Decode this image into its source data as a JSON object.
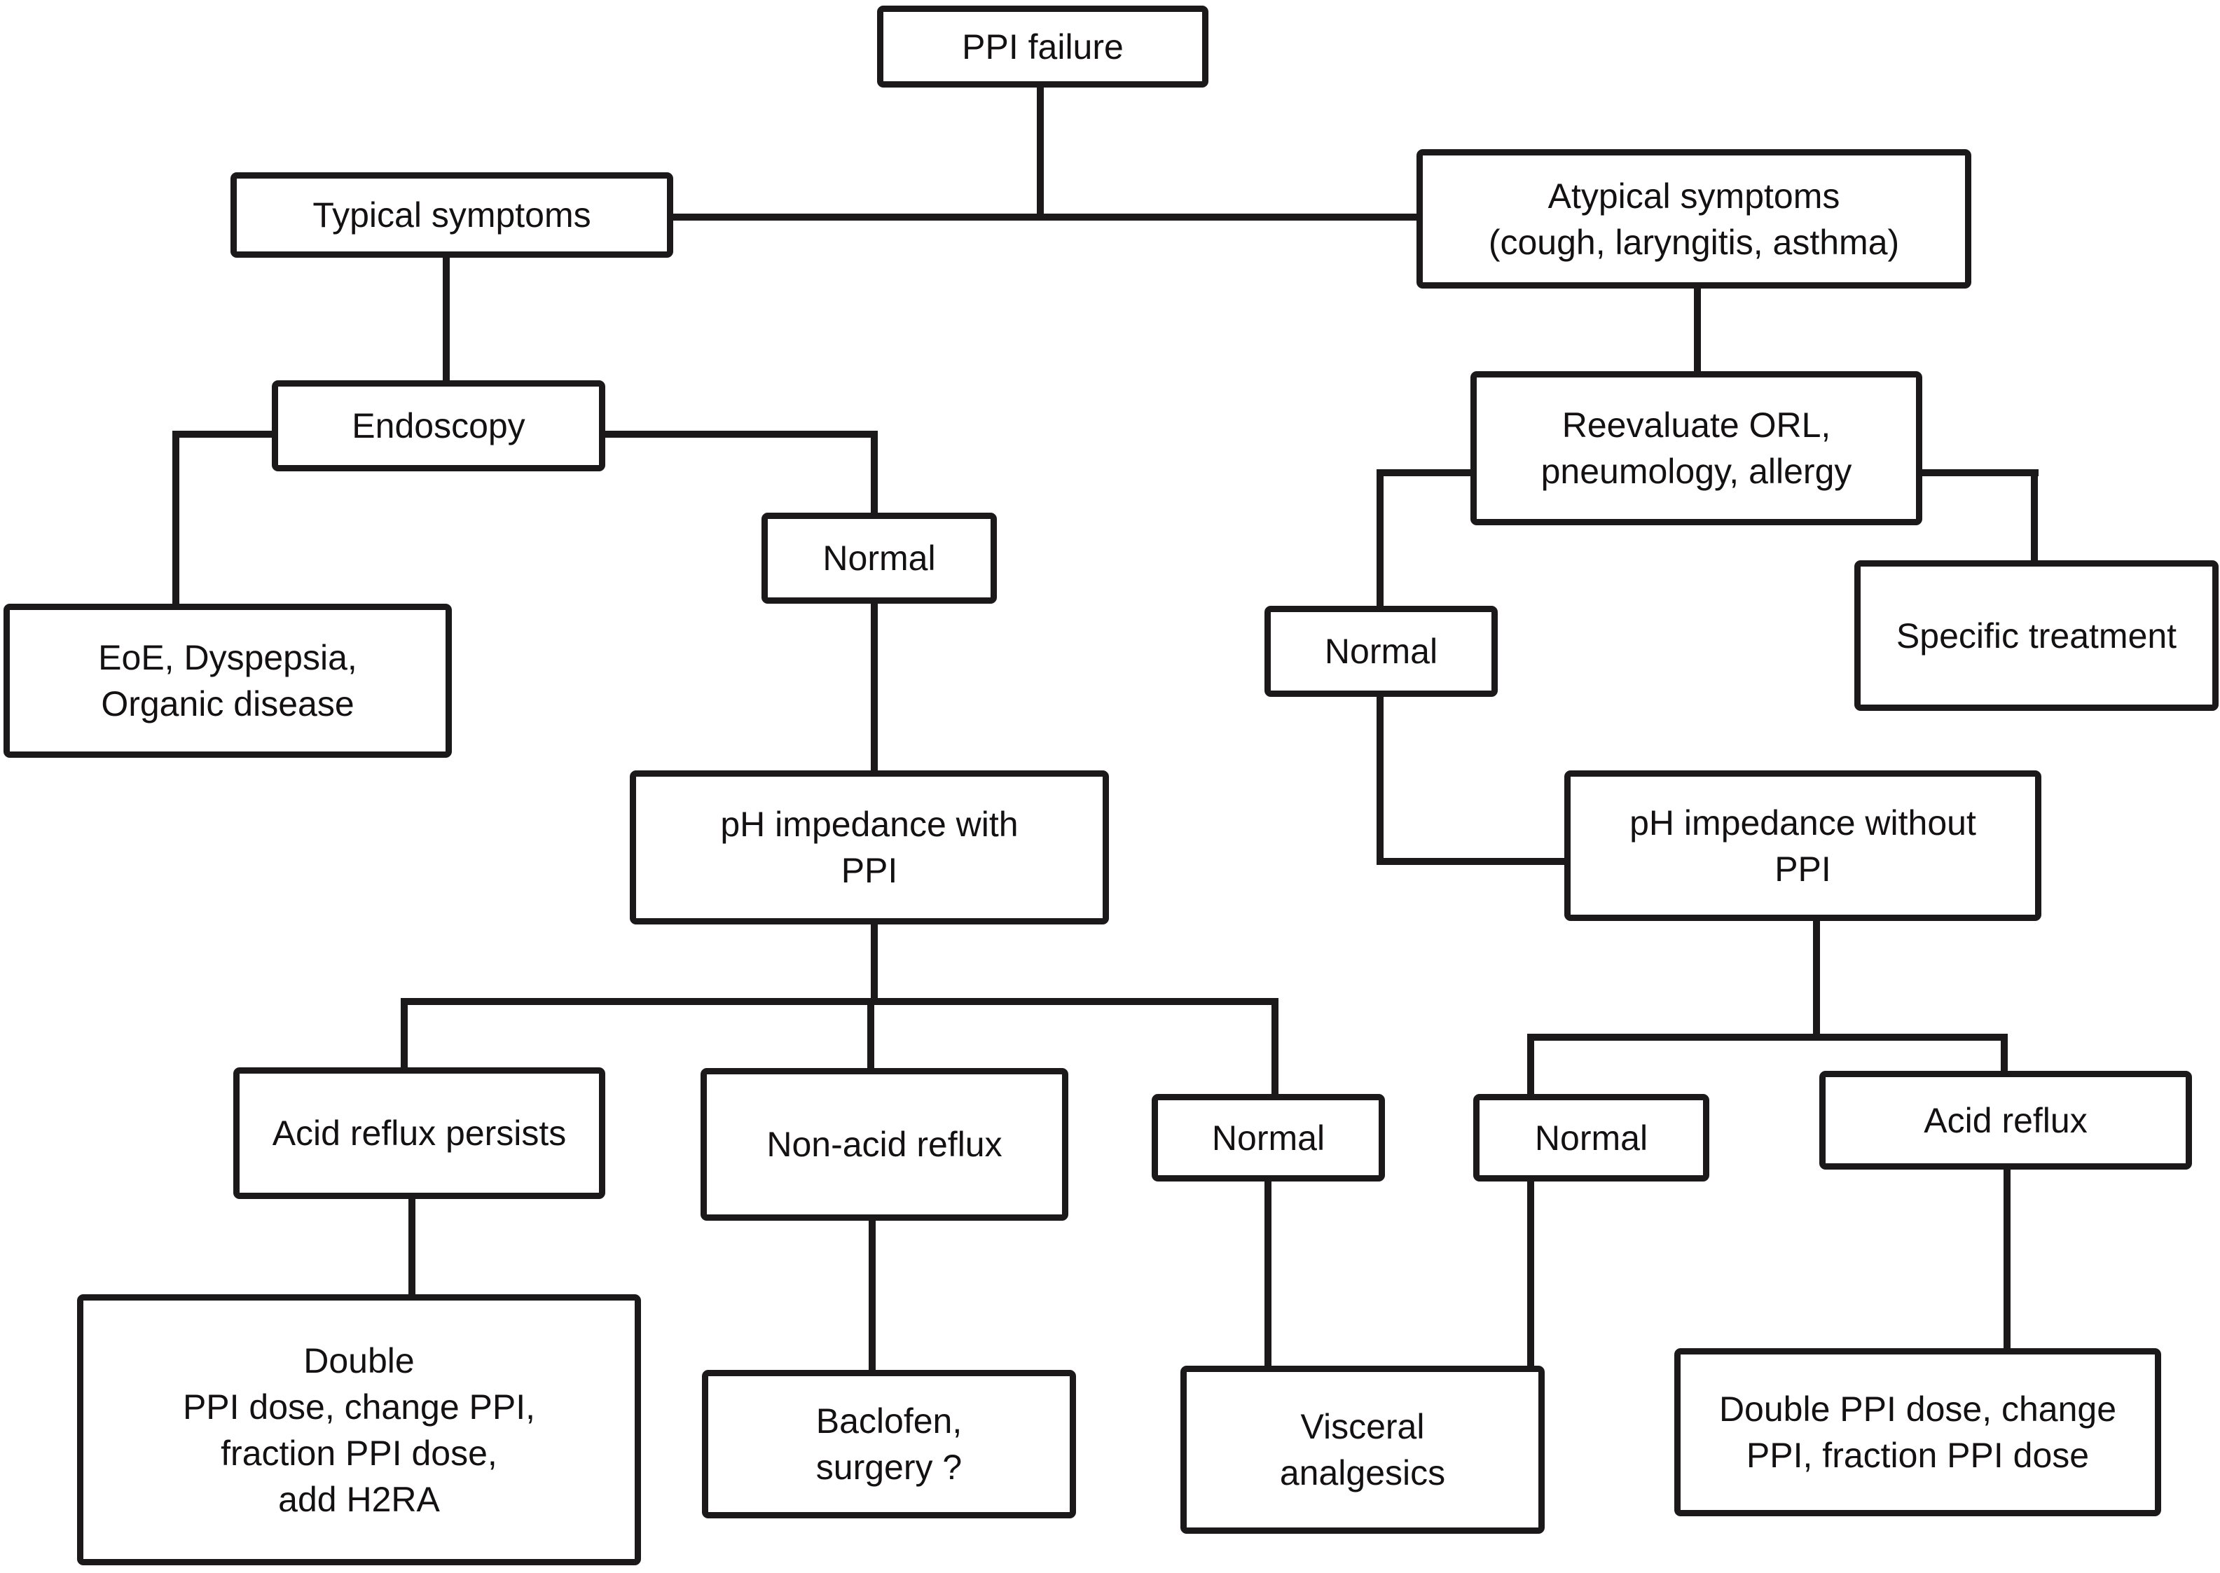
{
  "colors": {
    "background": "#ffffff",
    "ink": "#1c191a"
  },
  "nodes": {
    "ppi_failure": {
      "label": "PPI failure"
    },
    "typical_symptoms": {
      "label": "Typical symptoms"
    },
    "atypical_symptoms": {
      "label": "Atypical symptoms\n(cough, laryngitis, asthma)"
    },
    "endoscopy": {
      "label": "Endoscopy"
    },
    "eoe_dyspepsia": {
      "label": "EoE, Dyspepsia,\nOrganic disease"
    },
    "normal_endoscopy": {
      "label": "Normal"
    },
    "ph_impedance_with_ppi": {
      "label": "pH impedance with\nPPI"
    },
    "reevaluate_orl": {
      "label": "Reevaluate ORL,\npneumology, allergy"
    },
    "normal_reevaluation": {
      "label": "Normal"
    },
    "specific_treatment": {
      "label": "Specific treatment"
    },
    "ph_impedance_without_ppi": {
      "label": "pH impedance without\nPPI"
    },
    "acid_reflux_persists": {
      "label": "Acid reflux persists"
    },
    "non_acid_reflux": {
      "label": "Non-acid reflux"
    },
    "normal_with_ppi": {
      "label": "Normal"
    },
    "normal_without_ppi": {
      "label": "Normal"
    },
    "acid_reflux": {
      "label": "Acid reflux"
    },
    "double_ppi_h2ra": {
      "label": "Double\nPPI dose, change PPI,\nfraction PPI dose,\nadd H2RA"
    },
    "baclofen_surgery": {
      "label": "Baclofen,\nsurgery ?"
    },
    "visceral_analgesics": {
      "label": "Visceral\nanalgesics"
    },
    "double_ppi_fraction": {
      "label": "Double PPI dose, change\nPPI, fraction PPI dose"
    }
  },
  "edges": [
    {
      "from": "ppi_failure",
      "to": "typical_symptoms"
    },
    {
      "from": "ppi_failure",
      "to": "atypical_symptoms"
    },
    {
      "from": "typical_symptoms",
      "to": "endoscopy"
    },
    {
      "from": "endoscopy",
      "to": "eoe_dyspepsia"
    },
    {
      "from": "endoscopy",
      "to": "normal_endoscopy"
    },
    {
      "from": "normal_endoscopy",
      "to": "ph_impedance_with_ppi"
    },
    {
      "from": "ph_impedance_with_ppi",
      "to": "acid_reflux_persists"
    },
    {
      "from": "ph_impedance_with_ppi",
      "to": "non_acid_reflux"
    },
    {
      "from": "ph_impedance_with_ppi",
      "to": "normal_with_ppi"
    },
    {
      "from": "acid_reflux_persists",
      "to": "double_ppi_h2ra"
    },
    {
      "from": "non_acid_reflux",
      "to": "baclofen_surgery"
    },
    {
      "from": "normal_with_ppi",
      "to": "visceral_analgesics"
    },
    {
      "from": "atypical_symptoms",
      "to": "reevaluate_orl"
    },
    {
      "from": "reevaluate_orl",
      "to": "normal_reevaluation"
    },
    {
      "from": "reevaluate_orl",
      "to": "specific_treatment"
    },
    {
      "from": "normal_reevaluation",
      "to": "ph_impedance_without_ppi"
    },
    {
      "from": "ph_impedance_without_ppi",
      "to": "normal_without_ppi"
    },
    {
      "from": "ph_impedance_without_ppi",
      "to": "acid_reflux"
    },
    {
      "from": "normal_without_ppi",
      "to": "visceral_analgesics"
    },
    {
      "from": "acid_reflux",
      "to": "double_ppi_fraction"
    }
  ]
}
